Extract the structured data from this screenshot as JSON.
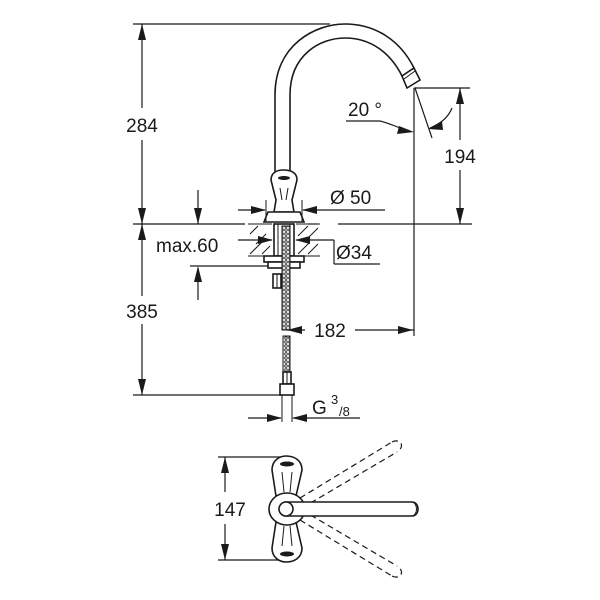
{
  "drawing": {
    "title": "Basin mixer tap – dimension drawing",
    "line_color": "#1a1a1a",
    "background": "#ffffff"
  },
  "dimensions": {
    "total_height_above_deck": "284",
    "spout_outlet_height": "194",
    "spout_angle": "20 °",
    "base_diameter": "Ø 50",
    "hole_diameter": "Ø34",
    "max_deck_thickness": "max.60",
    "below_deck_length": "385",
    "spout_reach": "182",
    "connection_thread_prefix": "G",
    "connection_thread_num": "3",
    "connection_thread_den": "/8",
    "top_view_handle_width": "147"
  }
}
